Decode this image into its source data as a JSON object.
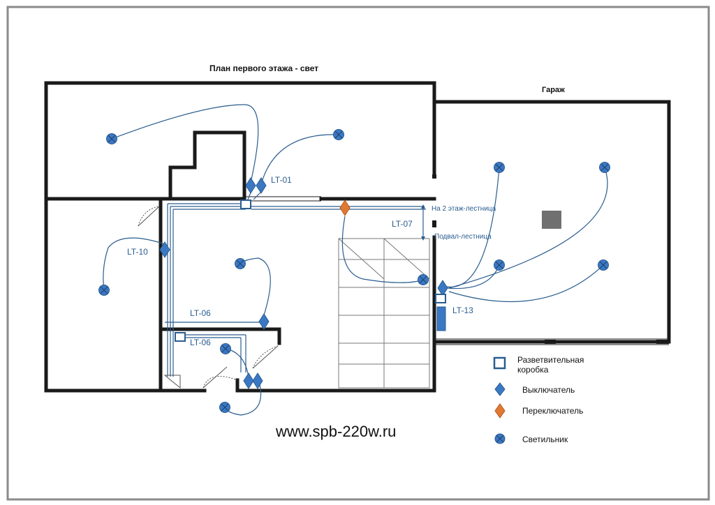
{
  "plan_title": "План первого этажа - свет",
  "garage_title": "Гараж",
  "labels": {
    "lt01": "LT-01",
    "lt07": "LT-07",
    "lt10": "LT-10",
    "lt06a": "LT-06",
    "lt06b": "LT-06",
    "lt13": "LT-13",
    "up": "На 2 этаж-лестница",
    "down": "Подвал-лестница"
  },
  "legend": {
    "junction_box": "Разветвительная коробка",
    "switch": "Выключатель",
    "changeover": "Переключатель",
    "lamp": "Светильник"
  },
  "website": "www.spb-220w.ru",
  "colors": {
    "wall": "#1a1a1a",
    "wire": "#2a5d8f",
    "symbol": "#3b78c4",
    "changeover": "#e07a33",
    "column": "#707070"
  }
}
